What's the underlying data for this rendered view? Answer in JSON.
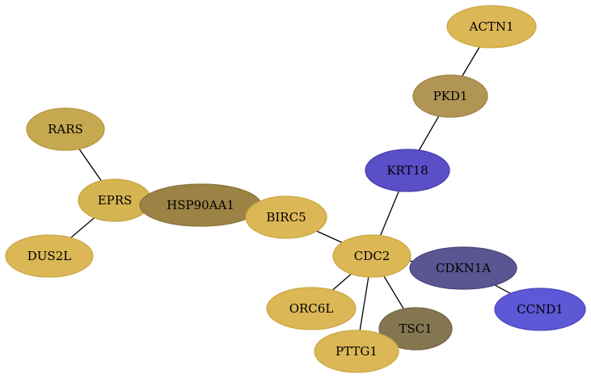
{
  "nodes": [
    {
      "id": "RARS",
      "label": "RARS",
      "fill": "#c5a84f",
      "stroke": "#b69a40"
    },
    {
      "id": "EPRS",
      "label": "EPRS",
      "fill": "#d5b452",
      "stroke": "#c6a543"
    },
    {
      "id": "DUS2L",
      "label": "DUS2L",
      "fill": "#dbb755",
      "stroke": "#cca846"
    },
    {
      "id": "HSP90AA1",
      "label": "HSP90AA1",
      "fill": "#9c8345",
      "stroke": "#8a7338"
    },
    {
      "id": "BIRC5",
      "label": "BIRC5",
      "fill": "#dbb755",
      "stroke": "#cca846"
    },
    {
      "id": "ACTN1",
      "label": "ACTN1",
      "fill": "#dbb755",
      "stroke": "#cca846"
    },
    {
      "id": "PKD1",
      "label": "PKD1",
      "fill": "#b19555",
      "stroke": "#a08546"
    },
    {
      "id": "KRT18",
      "label": "KRT18",
      "fill": "#5a4fc6",
      "stroke": "#4a40b0"
    },
    {
      "id": "CDC2",
      "label": "CDC2",
      "fill": "#dbb755",
      "stroke": "#cca846"
    },
    {
      "id": "CDKN1A",
      "label": "CDKN1A",
      "fill": "#5a5692",
      "stroke": "#4a467e"
    },
    {
      "id": "CCND1",
      "label": "CCND1",
      "fill": "#5d58d6",
      "stroke": "#4d48c4"
    },
    {
      "id": "ORC6L",
      "label": "ORC6L",
      "fill": "#dbb755",
      "stroke": "#cca846"
    },
    {
      "id": "TSC1",
      "label": "TSC1",
      "fill": "#857652",
      "stroke": "#736543"
    },
    {
      "id": "PTTG1",
      "label": "PTTG1",
      "fill": "#dbb755",
      "stroke": "#cca846"
    }
  ],
  "edges": [
    [
      "RARS",
      "EPRS"
    ],
    [
      "EPRS",
      "DUS2L"
    ],
    [
      "EPRS",
      "HSP90AA1"
    ],
    [
      "HSP90AA1",
      "BIRC5"
    ],
    [
      "BIRC5",
      "CDC2"
    ],
    [
      "ACTN1",
      "PKD1"
    ],
    [
      "PKD1",
      "KRT18"
    ],
    [
      "KRT18",
      "CDC2"
    ],
    [
      "CDC2",
      "CDKN1A"
    ],
    [
      "CDKN1A",
      "CCND1"
    ],
    [
      "CDC2",
      "ORC6L"
    ],
    [
      "CDC2",
      "TSC1"
    ],
    [
      "CDC2",
      "PTTG1"
    ]
  ]
}
